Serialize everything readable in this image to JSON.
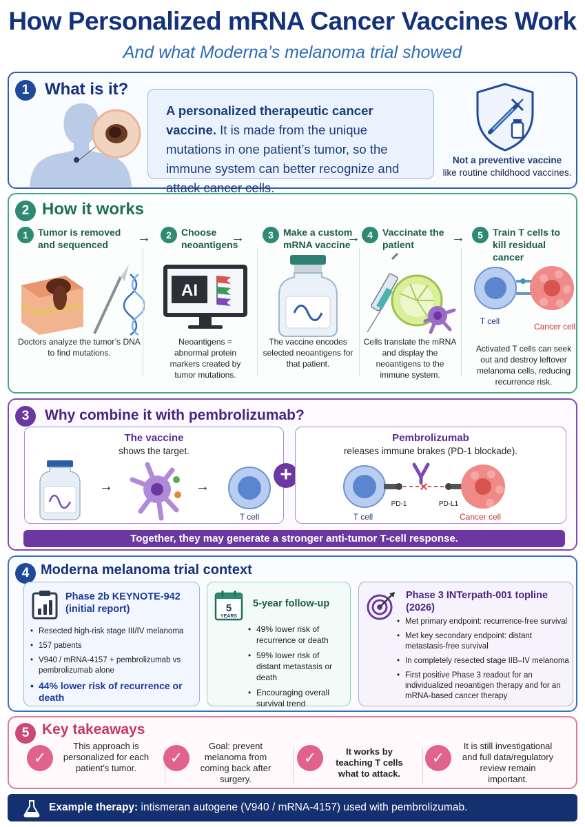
{
  "header": {
    "title": "How Personalized mRNA Cancer Vaccines Work",
    "subtitle": "And what Moderna’s melanoma trial showed"
  },
  "section1": {
    "number": "1",
    "heading": "What is it?",
    "box_lead": "A personalized therapeutic cancer vaccine.",
    "box_body": "It is made from the unique mutations in one patient’s tumor, so the immune system can better recognize and attack cancer cells.",
    "not_preventive_bold": "Not a preventive vaccine",
    "not_preventive_rest": "like routine childhood vaccines."
  },
  "section2": {
    "number": "2",
    "heading": "How it works",
    "steps": [
      {
        "num": "1",
        "title": "Tumor is removed and sequenced",
        "desc": "Doctors analyze the tumor’s DNA to find mutations."
      },
      {
        "num": "2",
        "title": "Choose neoantigens",
        "desc": "Neoantigens = abnormal protein markers created by tumor mutations."
      },
      {
        "num": "3",
        "title": "Make a custom mRNA vaccine",
        "desc": "The vaccine encodes selected neoantigens for that patient."
      },
      {
        "num": "4",
        "title": "Vaccinate the patient",
        "desc": "Cells translate the mRNA and display the neoantigens to the immune system."
      },
      {
        "num": "5",
        "title": "Train T cells to kill residual cancer",
        "desc": "Activated T cells can seek out and destroy leftover melanoma cells, reducing recurrence risk."
      }
    ],
    "ai_label": "AI",
    "tcell_label": "T cell",
    "cancer_label": "Cancer cell"
  },
  "section3": {
    "number": "3",
    "heading": "Why combine it with pembrolizumab?",
    "vaccine_title": "The vaccine",
    "vaccine_sub": "shows the target.",
    "vaccine_tcell": "T cell",
    "pembro_title": "Pembrolizumab",
    "pembro_sub": "releases immune brakes (PD-1 blockade).",
    "pembro_tcell": "T cell",
    "pd1": "PD-1",
    "pdl1": "PD-L1",
    "pembro_cancer": "Cancer cell",
    "together": "Together, they may generate a stronger anti-tumor T-cell response."
  },
  "section4": {
    "number": "4",
    "heading": "Moderna melanoma trial context",
    "card1": {
      "title": "Phase 2b KEYNOTE-942 (initial report)",
      "items": [
        "Resected high-risk stage III/IV melanoma",
        "157 patients",
        "V940 / mRNA-4157 + pembrolizumab vs pembrolizumab alone"
      ],
      "highlight": "44% lower risk of recurrence or death"
    },
    "card2": {
      "title": "5-year follow-up",
      "calendar_num": "5",
      "calendar_label": "YEARS",
      "items": [
        "49% lower risk of recurrence or death",
        "59% lower risk of distant metastasis or death",
        "Encouraging overall survival trend"
      ]
    },
    "card3": {
      "title": "Phase 3 INTerpath-001 topline (2026)",
      "items": [
        "Met primary endpoint: recurrence-free survival",
        "Met key secondary endpoint: distant metastasis-free survival",
        "In completely resected stage IIB–IV melanoma",
        "First positive Phase 3 readout for an individualized neoantigen therapy and for an mRNA-based cancer therapy"
      ]
    }
  },
  "section5": {
    "number": "5",
    "heading": "Key takeaways",
    "items": [
      "This approach is personalized for each patient’s tumor.",
      "Goal: prevent melanoma from coming back after surgery.",
      "It works by teaching T cells what to attack.",
      "It is still investigational and full data/regulatory review remain important."
    ]
  },
  "footer": {
    "label": "Example therapy:",
    "text": "intismeran autogene (V940 / mRNA-4157) used with pembrolizumab."
  },
  "colors": {
    "navy": "#14327a",
    "teal": "#2e8a72",
    "purple": "#6a38a0",
    "pink": "#e0628d"
  }
}
